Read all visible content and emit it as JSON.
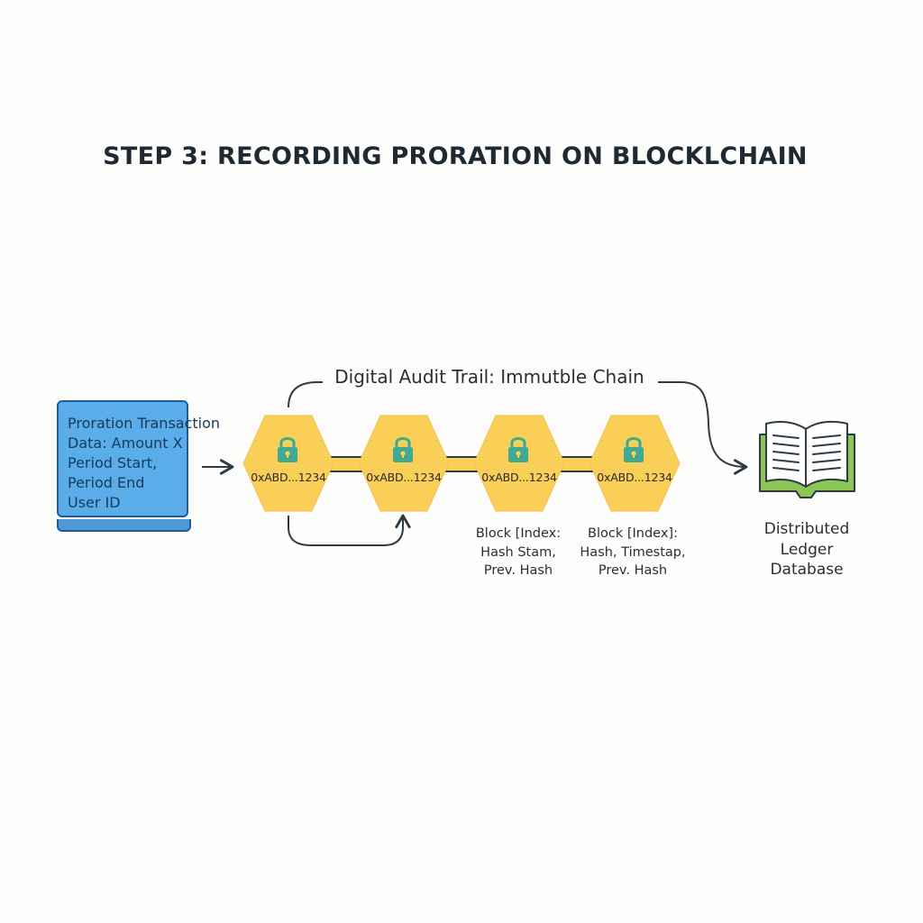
{
  "title": "STEP 3: RECORDING PRORATION ON BLOCKLCHAIN",
  "chain_label": "Digital Audit Trail: Immutble Chain",
  "transaction": {
    "lines": [
      "Proration Transaction",
      "Data: Amount X",
      "Period Start,",
      "Period End",
      "User ID"
    ]
  },
  "blocks": [
    {
      "hash": "0xABD...1234"
    },
    {
      "hash": "0xABD...1234"
    },
    {
      "hash": "0xABD...1234"
    },
    {
      "hash": "0xABD...1234"
    }
  ],
  "block_captions": [
    {
      "lines": [
        "Block [Index:",
        "Hash Stam,",
        "Prev. Hash"
      ]
    },
    {
      "lines": [
        "Block [Index]:",
        "Hash, Timestap,",
        "Prev. Hash"
      ]
    }
  ],
  "ledger": {
    "lines": [
      "Distributed",
      "Ledger",
      "Database"
    ],
    "icon": "open-book-icon"
  },
  "colors": {
    "block_fill": "#f9cf57",
    "block_stroke": "#f0be3c",
    "lock": "#3eaa8f",
    "transaction_fill": "#5aade9",
    "transaction_stroke": "#1f5d9a",
    "book_cover": "#8cc657",
    "arrow": "#2e3a44"
  }
}
